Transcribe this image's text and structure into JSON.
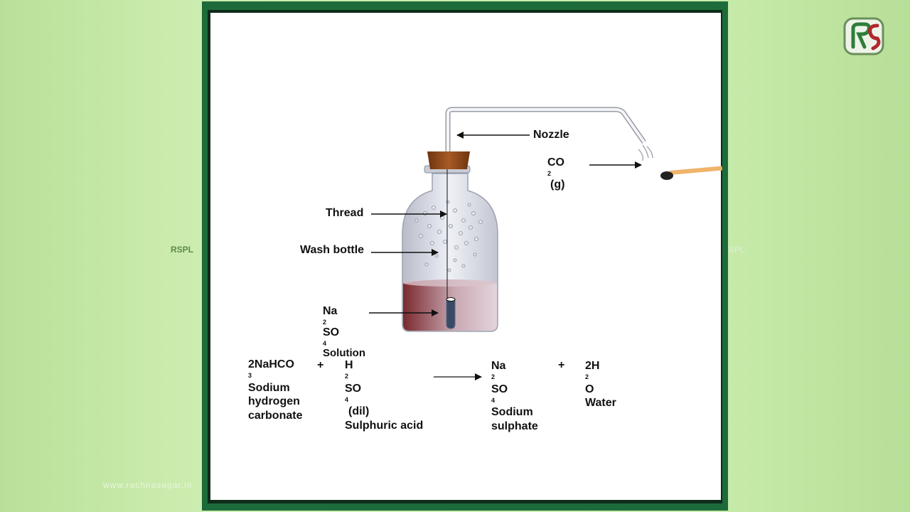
{
  "side_labels": {
    "left": "RSPL",
    "right": "RSPL"
  },
  "watermark": "www.rachnasagar.in",
  "diagram_labels": {
    "nozzle": "Nozzle",
    "co2_main": "CO",
    "co2_sub": "2",
    "co2_state": "(g)",
    "thread": "Thread",
    "wash_bottle": "Wash bottle",
    "na2so4_na": "Na",
    "na2so4_sub2": "2",
    "na2so4_so": "SO",
    "na2so4_sub4": "4",
    "na2so4_solution": "Solution"
  },
  "equation": {
    "reactant1_formula": "2NaHCO",
    "reactant1_sub": "3",
    "reactant1_name_line1": "Sodium",
    "reactant1_name_line2": "hydrogen",
    "reactant1_name_line3": "carbonate",
    "plus1": "+",
    "reactant2_h": "H",
    "reactant2_sub2": "2",
    "reactant2_so": "SO",
    "reactant2_sub4": "4",
    "reactant2_state": "(dil)",
    "reactant2_name": "Sulphuric acid",
    "product1_na": "Na",
    "product1_sub2": "2",
    "product1_so": "SO",
    "product1_sub4": "4",
    "product1_name_line1": "Sodium",
    "product1_name_line2": "sulphate",
    "plus2": "+",
    "product2_h": "2H",
    "product2_sub2": "2",
    "product2_o": "O",
    "product2_name": "Water"
  },
  "colors": {
    "frame_green": "#1d6b3a",
    "liquid": "#7a2a2e",
    "cork": "#8b4a1e",
    "matchstick": "#f0b46a"
  }
}
